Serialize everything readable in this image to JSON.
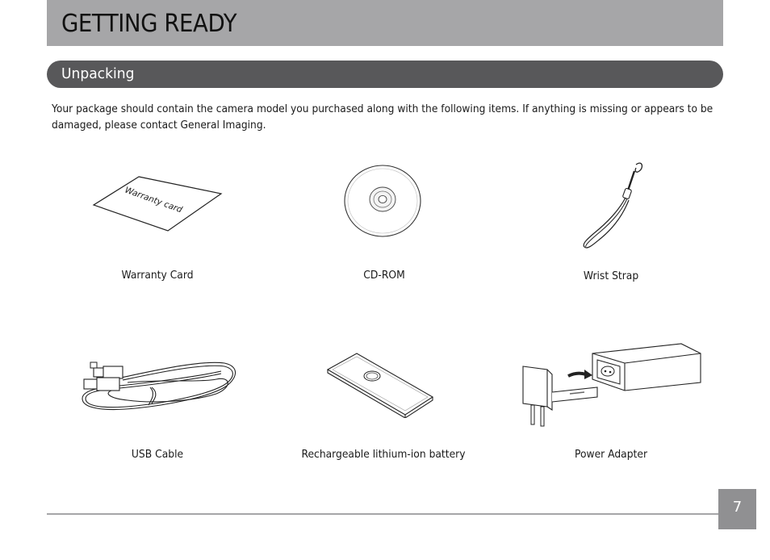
{
  "header": {
    "title": "GETTING READY"
  },
  "section": {
    "title": "Unpacking"
  },
  "intro": "Your package should contain the camera model you purchased along with the following items. If anything is missing or appears to be damaged, please contact General Imaging.",
  "items": [
    {
      "caption": "Warranty Card",
      "card_text": "Warranty card",
      "icon": "warranty-card-icon"
    },
    {
      "caption": "CD-ROM",
      "icon": "cd-rom-icon"
    },
    {
      "caption": "Wrist Strap",
      "icon": "wrist-strap-icon"
    },
    {
      "caption": "USB Cable",
      "icon": "usb-cable-icon"
    },
    {
      "caption": "Rechargeable lithium-ion battery",
      "icon": "battery-icon"
    },
    {
      "caption": "Power Adapter",
      "icon": "power-adapter-icon"
    }
  ],
  "footer": {
    "page_number": "7"
  }
}
